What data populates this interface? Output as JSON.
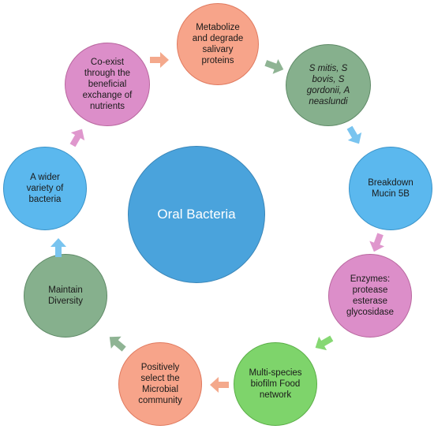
{
  "center": {
    "label": "Oral Bacteria",
    "fill": "#4aa3dc",
    "stroke": "#3a86b8"
  },
  "nodes": [
    {
      "label": "Metabolize\nand degrade\nsalivary\nproteins",
      "fill": "#f7a48a",
      "stroke": "#e07a5f",
      "italic": false
    },
    {
      "label": "S mitis, S\nbovis, S\ngordonii, A\nneaslundi",
      "fill": "#86b08d",
      "stroke": "#5f8a67",
      "italic": true
    },
    {
      "label": "Breakdown\nMucin 5B",
      "fill": "#5bb8ee",
      "stroke": "#3a93c9",
      "italic": false
    },
    {
      "label": "Enzymes:\nprotease\nesterase\nglycosidase",
      "fill": "#dc8ec9",
      "stroke": "#b9679f",
      "italic": false
    },
    {
      "label": "Multi-species\nbiofilm Food\nnetwork",
      "fill": "#7ed46b",
      "stroke": "#5aae47",
      "italic": false
    },
    {
      "label": "Positively\nselect the\nMicrobial\ncommunity",
      "fill": "#f7a48a",
      "stroke": "#e07a5f",
      "italic": false
    },
    {
      "label": "Maintain\nDiversity",
      "fill": "#86b08d",
      "stroke": "#5f8a67",
      "italic": false
    },
    {
      "label": "A wider\nvariety of\nbacteria",
      "fill": "#5bb8ee",
      "stroke": "#3a93c9",
      "italic": false
    },
    {
      "label": "Co-exist\nthrough the\nbeneficial\nexchange of\nnutrients",
      "fill": "#dc8ec9",
      "stroke": "#b9679f",
      "italic": false
    }
  ],
  "arrows": [
    {
      "color": "#f4a98c"
    },
    {
      "color": "#8fb494"
    },
    {
      "color": "#79c4ef"
    },
    {
      "color": "#df97cd"
    },
    {
      "color": "#86d873"
    },
    {
      "color": "#f4a98c"
    },
    {
      "color": "#8fb494"
    },
    {
      "color": "#79c4ef"
    },
    {
      "color": "#df97cd"
    }
  ]
}
